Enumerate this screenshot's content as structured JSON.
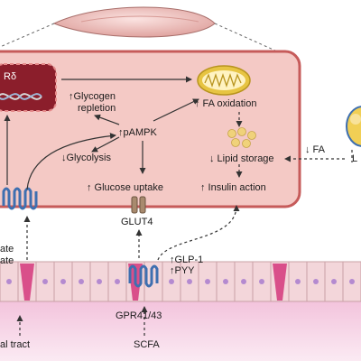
{
  "labels": {
    "nucleus": "Rδ",
    "glycogen_line1": "↑Glycogen",
    "glycogen_line2": "repletion",
    "pampk": "↑pAMPK",
    "fa_oxidation": "↑ FA oxidation",
    "glycolysis": "↓Glycolysis",
    "lipid_storage": "↓ Lipid storage",
    "fa_in": "↓ FA",
    "glucose_uptake": "↑ Glucose uptake",
    "insulin_action": "↑ Insulin action",
    "glut4": "GLUT4",
    "glp1": "↑GLP-1",
    "pyy": "↑PYY",
    "left_ate1": "ate",
    "left_ate2": "ate",
    "gpr": "GPR41/43",
    "tract": "al tract",
    "scfa": "SCFA",
    "right_l": "L"
  },
  "colors": {
    "cell_fill": "#f4c9c5",
    "cell_stroke": "#c65b5a",
    "nucleus_fill": "#8b1e2b",
    "receptor": "#3e6fb0",
    "mitochondrion": "#e7c442",
    "lipid_droplet": "#f0d27a",
    "epithelium": "#f3d6da",
    "gut_band": "#e6b7d8",
    "goblet": "#d94f8a"
  }
}
